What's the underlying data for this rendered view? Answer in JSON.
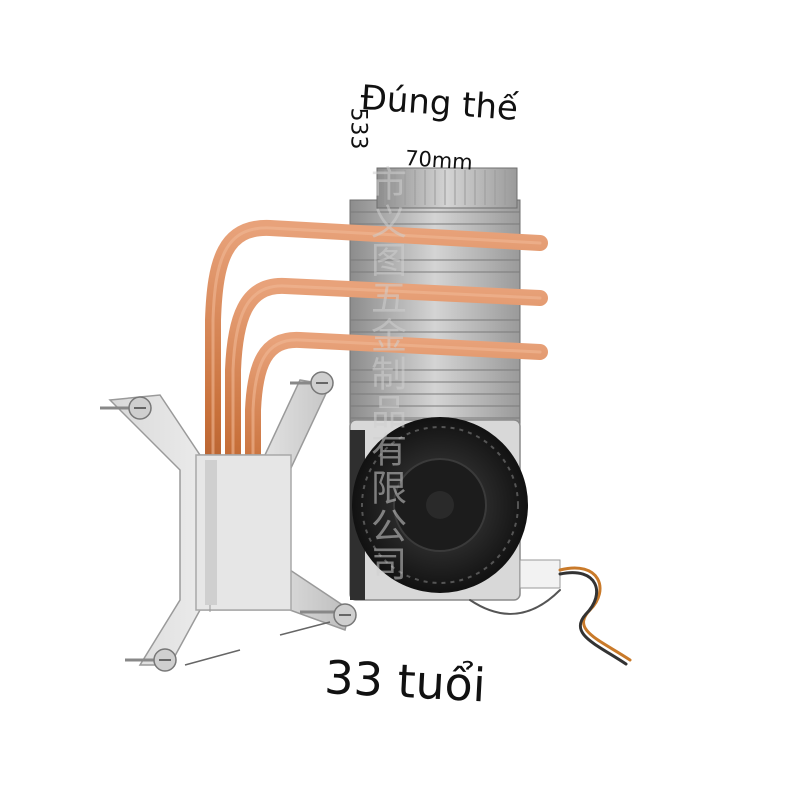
{
  "labels": {
    "title": "Đúng thế",
    "rotated_number": "533",
    "dimension": "70mm",
    "age": "33 tuổi"
  },
  "watermark": {
    "text": "市义图五金制品有限公司"
  },
  "colors": {
    "copper": "#c8703a",
    "copper_dark": "#8e4219",
    "aluminum": "#c9c9c9",
    "fan_body": "#2b2b2b",
    "fan_housing": "#d8d8d8"
  }
}
